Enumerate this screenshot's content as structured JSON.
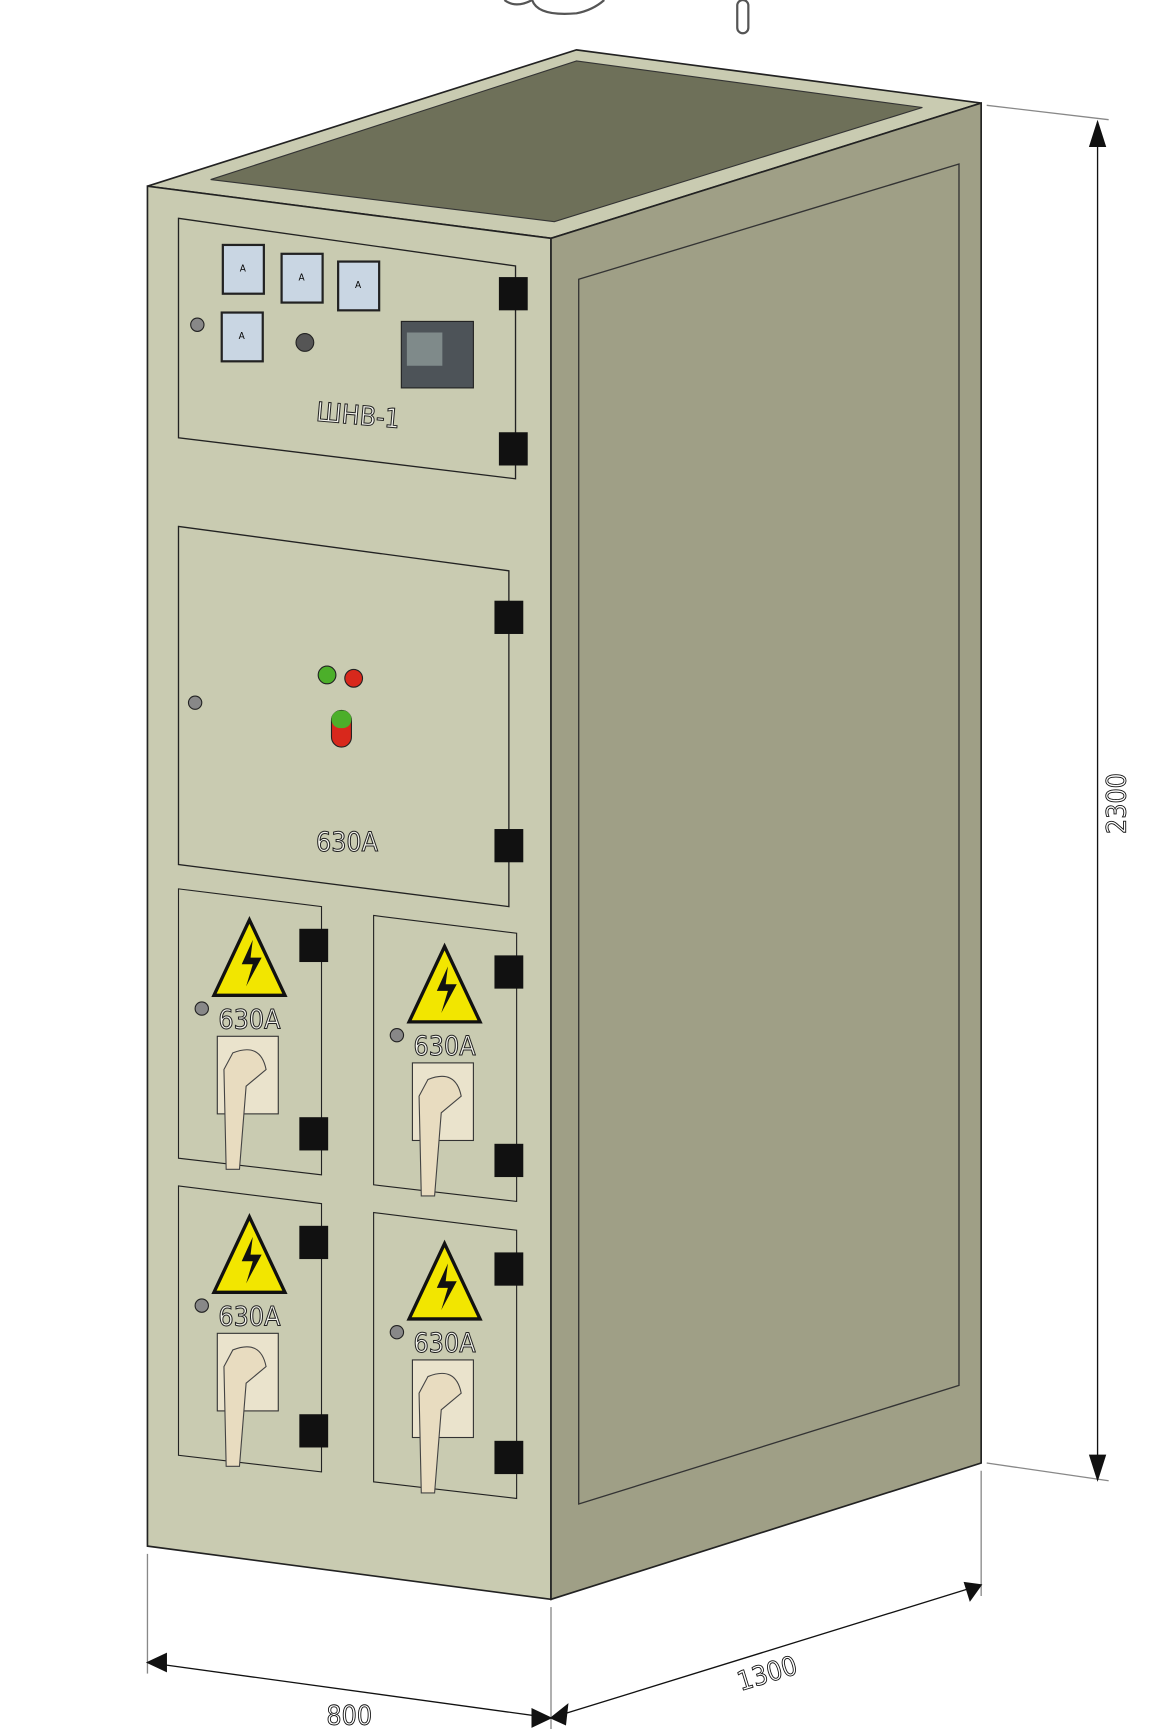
{
  "cabinet": {
    "panel_title": "ШНВ-1",
    "gauge_unit": "A",
    "main_breaker_label": "630А",
    "switch_labels": [
      "630А",
      "630А",
      "630А",
      "630А"
    ]
  },
  "dimensions": {
    "height": "2300",
    "width": "800",
    "depth": "1300"
  },
  "colors": {
    "front": "#c9cbb1",
    "side": "#9f9f86",
    "top": "#6e7059",
    "warning": "#f2e600"
  }
}
